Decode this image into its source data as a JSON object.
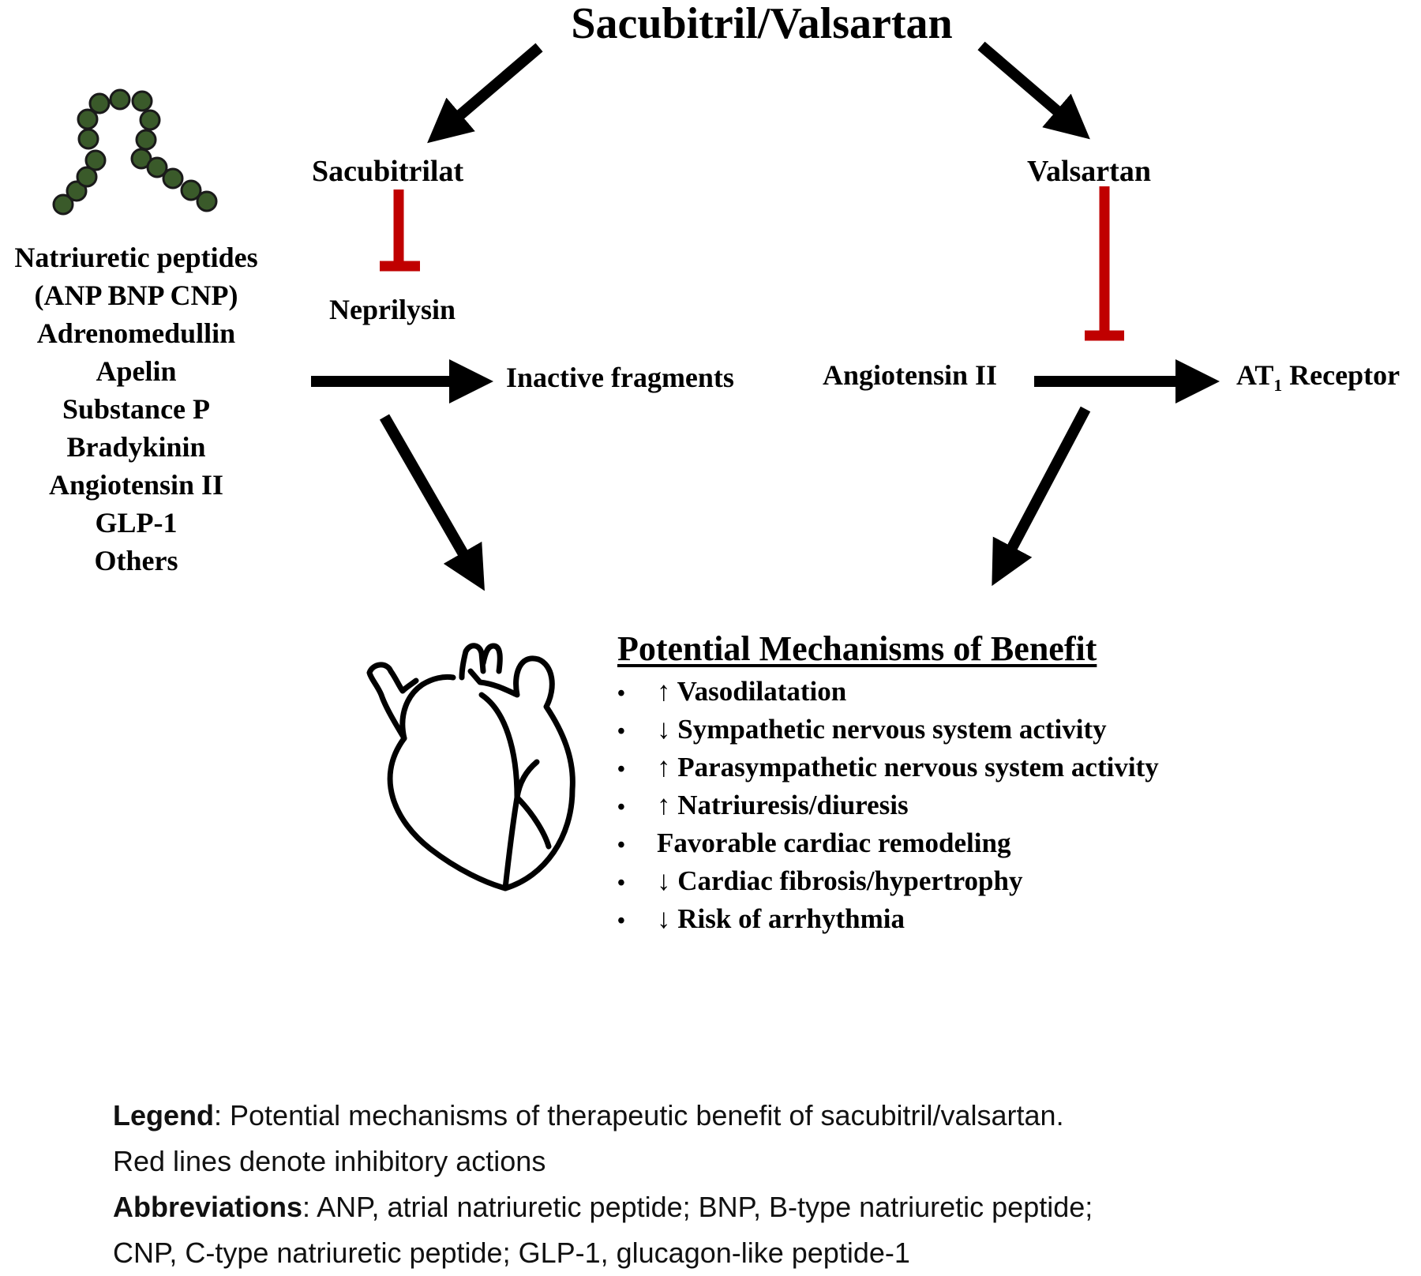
{
  "title": "Sacubitril/Valsartan",
  "nodes": {
    "sacubitrilat": "Sacubitrilat",
    "valsartan": "Valsartan",
    "neprilysin": "Neprilysin",
    "inactive_fragments": "Inactive fragments",
    "angiotensin_ii": "Angiotensin  II",
    "at1_receptor_prefix": "AT",
    "at1_receptor_sub": "1",
    "at1_receptor_suffix": " Receptor"
  },
  "substrates": [
    "Natriuretic  peptides",
    "(ANP BNP CNP)",
    "Adrenomedullin",
    "Apelin",
    "Substance P",
    "Bradykinin",
    "Angiotensin  II",
    "GLP-1",
    "Others"
  ],
  "benefits": {
    "title": "Potential Mechanisms of Benefit",
    "bullet": "•",
    "items": [
      "↑ Vasodilatation",
      "↓ Sympathetic nervous system activity",
      "↑ Parasympathetic nervous system activity",
      "↑ Natriuresis/diuresis",
      "Favorable cardiac remodeling",
      "↓  Cardiac fibrosis/hypertrophy",
      "↓ Risk of arrhythmia"
    ]
  },
  "legend": {
    "legend_label": "Legend",
    "legend_text": ": Potential mechanisms of therapeutic benefit of sacubitril/valsartan.",
    "legend_line2": "Red lines denote inhibitory actions",
    "abbr_label": "Abbreviations",
    "abbr_text": ": ANP, atrial natriuretic peptide; BNP, B-type natriuretic peptide;",
    "abbr_line2": "CNP, C-type natriuretic peptide; GLP-1, glucagon-like peptide-1"
  },
  "colors": {
    "inhibition": "#c00000",
    "arrow": "#000000",
    "peptide_bead": "#3a5a2a",
    "peptide_outline": "#1a1a1a"
  },
  "icons": {
    "peptide": "peptide-chain-icon",
    "heart": "heart-outline-icon"
  }
}
